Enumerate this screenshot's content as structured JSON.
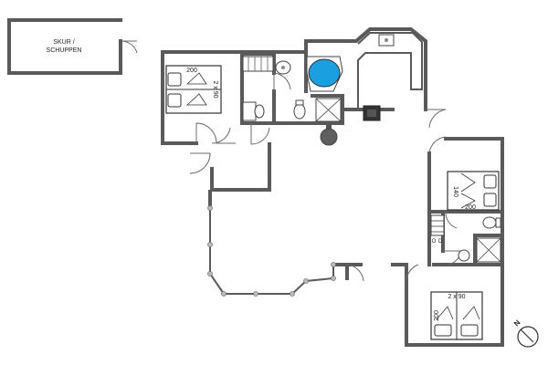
{
  "shed": {
    "label_line1": "SKUR /",
    "label_line2": "SCHUPPEN"
  },
  "bedroom_top_left": {
    "bed_length": "200",
    "bed_width": "2 x 90"
  },
  "bedroom_right": {
    "bed_width": "140",
    "bed_length": "200"
  },
  "bedroom_bottom_right": {
    "bed_width": "2 x 90",
    "bed_length": "200"
  },
  "appliances": {
    "washer_label": "O",
    "dryer_label": "D"
  },
  "compass": {
    "north_label": "N"
  },
  "colors": {
    "hot_tub": "#1a9fe0",
    "walls": "#5a5a5a",
    "stove": "#333333"
  }
}
